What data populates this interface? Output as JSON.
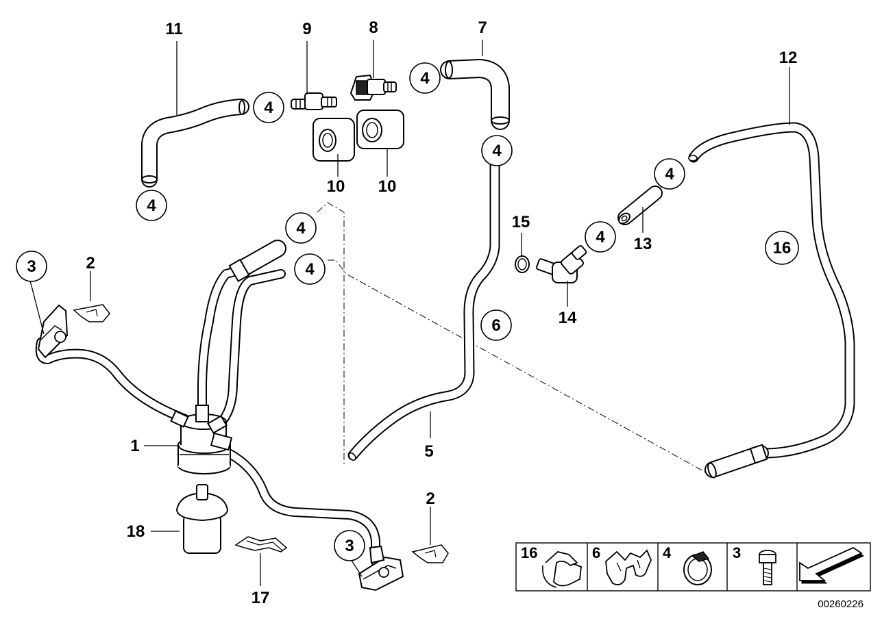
{
  "callouts": {
    "p11": "11",
    "p9": "9",
    "p8": "8",
    "p7": "7",
    "p12": "12",
    "p10a": "10",
    "p10b": "10",
    "p15": "15",
    "p13": "13",
    "p14": "14",
    "p2a": "2",
    "p2b": "2",
    "p1": "1",
    "p5": "5",
    "p18": "18",
    "p17": "17"
  },
  "circled": {
    "c4_top_left": "4",
    "c4_bottom_left": "4",
    "c4_right_of_8": "4",
    "c4_below_7": "4",
    "c4_right_upper": "4",
    "c4_right_lower": "4",
    "c4_center_upper": "4",
    "c4_center_lower": "4",
    "c3_left": "3",
    "c3_bottom": "3",
    "c6": "6",
    "c16": "16"
  },
  "legend": {
    "cells": [
      {
        "label": "16",
        "icon": "hose-clip-16-icon"
      },
      {
        "label": "6",
        "icon": "double-clip-6-icon"
      },
      {
        "label": "4",
        "icon": "hose-clamp-4-icon"
      },
      {
        "label": "3",
        "icon": "screw-3-icon"
      },
      {
        "label": "",
        "icon": "direction-arrow-icon"
      }
    ]
  },
  "diagram_code": "00260226"
}
